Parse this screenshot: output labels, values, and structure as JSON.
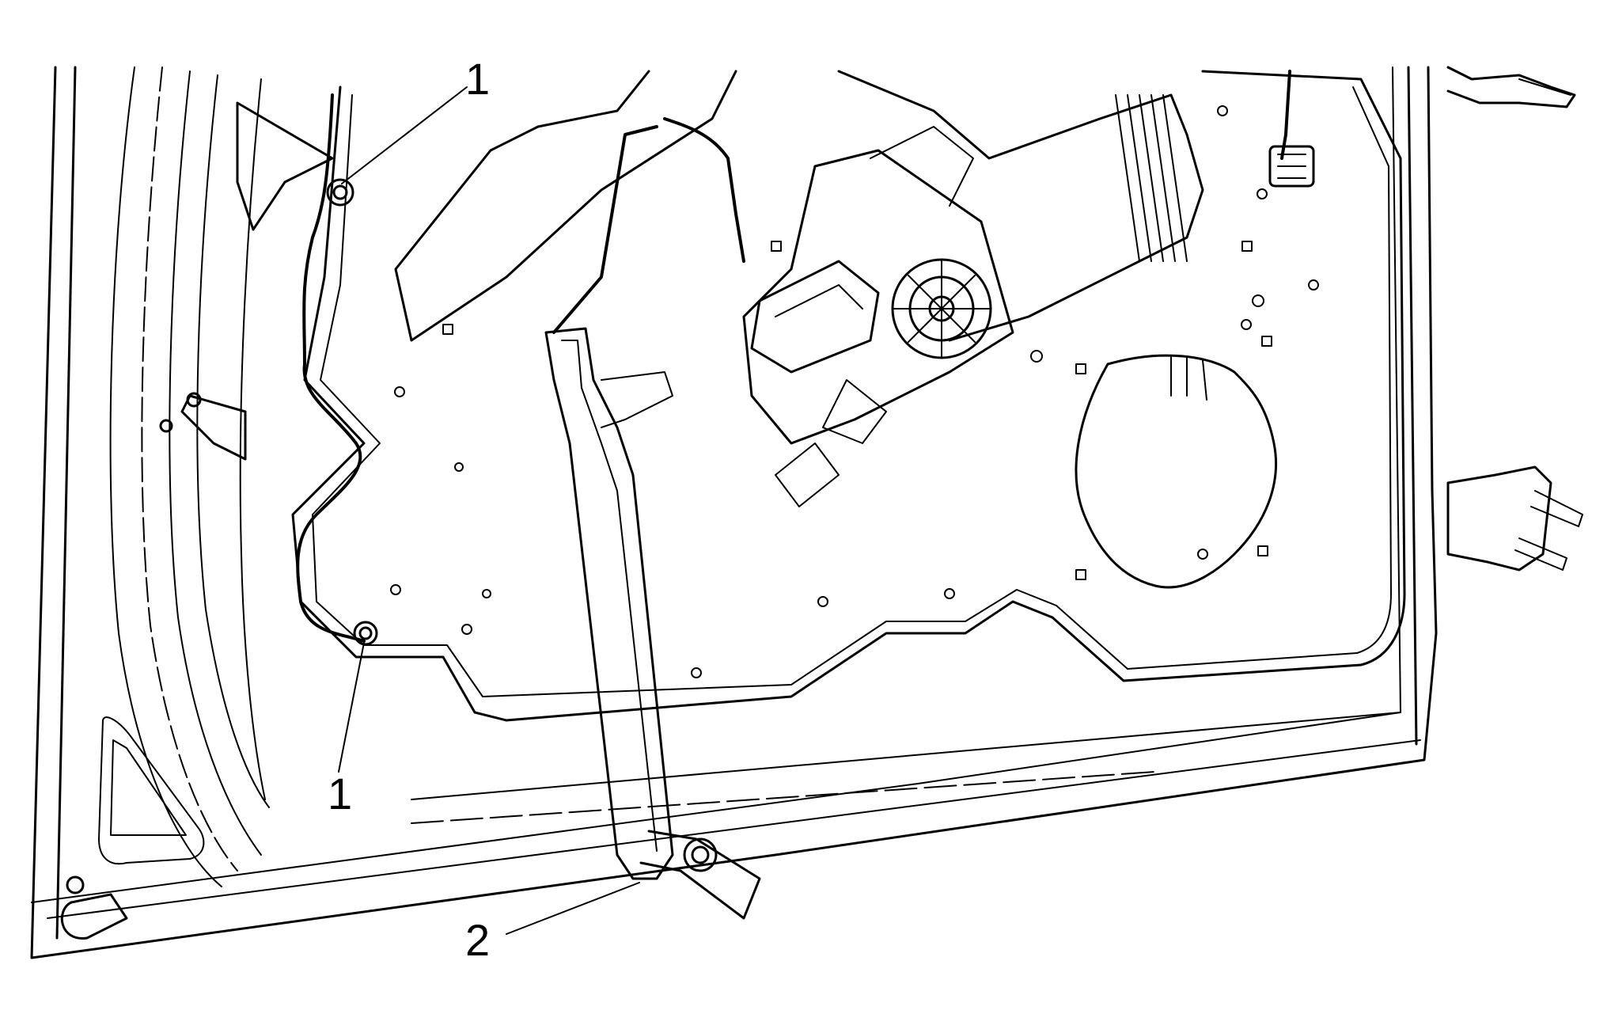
{
  "diagram": {
    "callouts": [
      {
        "id": "callout-1-upper",
        "label": "1",
        "refers_to": "nut-upper"
      },
      {
        "id": "callout-1-lower",
        "label": "1",
        "refers_to": "nut-lower"
      },
      {
        "id": "callout-2",
        "label": "2",
        "refers_to": "window-channel"
      }
    ],
    "colors": {
      "line": "#000000",
      "background": "#ffffff"
    }
  }
}
